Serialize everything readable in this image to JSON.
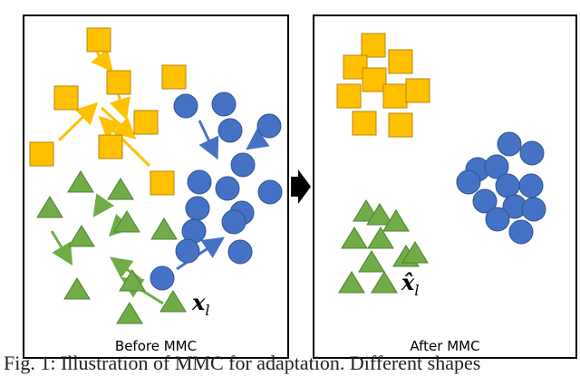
{
  "panels": {
    "before": {
      "label": "Before MMC"
    },
    "after": {
      "label": "After MMC"
    }
  },
  "annotations": {
    "before_point": {
      "base": "x",
      "subscript": "l"
    },
    "after_point": {
      "base": "x̂",
      "subscript": "l"
    }
  },
  "caption": "Fig. 1: Illustration of MMC for adaptation. Different shapes",
  "colors": {
    "square_fill": "#ffc000",
    "square_stroke": "#b8860b",
    "circle_fill": "#4472c4",
    "circle_stroke": "#2f528f",
    "triangle_fill": "#70ad47",
    "triangle_stroke": "#507e32",
    "panel_border": "#000000"
  },
  "icons": {
    "transition_arrow": "right-arrow-icon"
  }
}
